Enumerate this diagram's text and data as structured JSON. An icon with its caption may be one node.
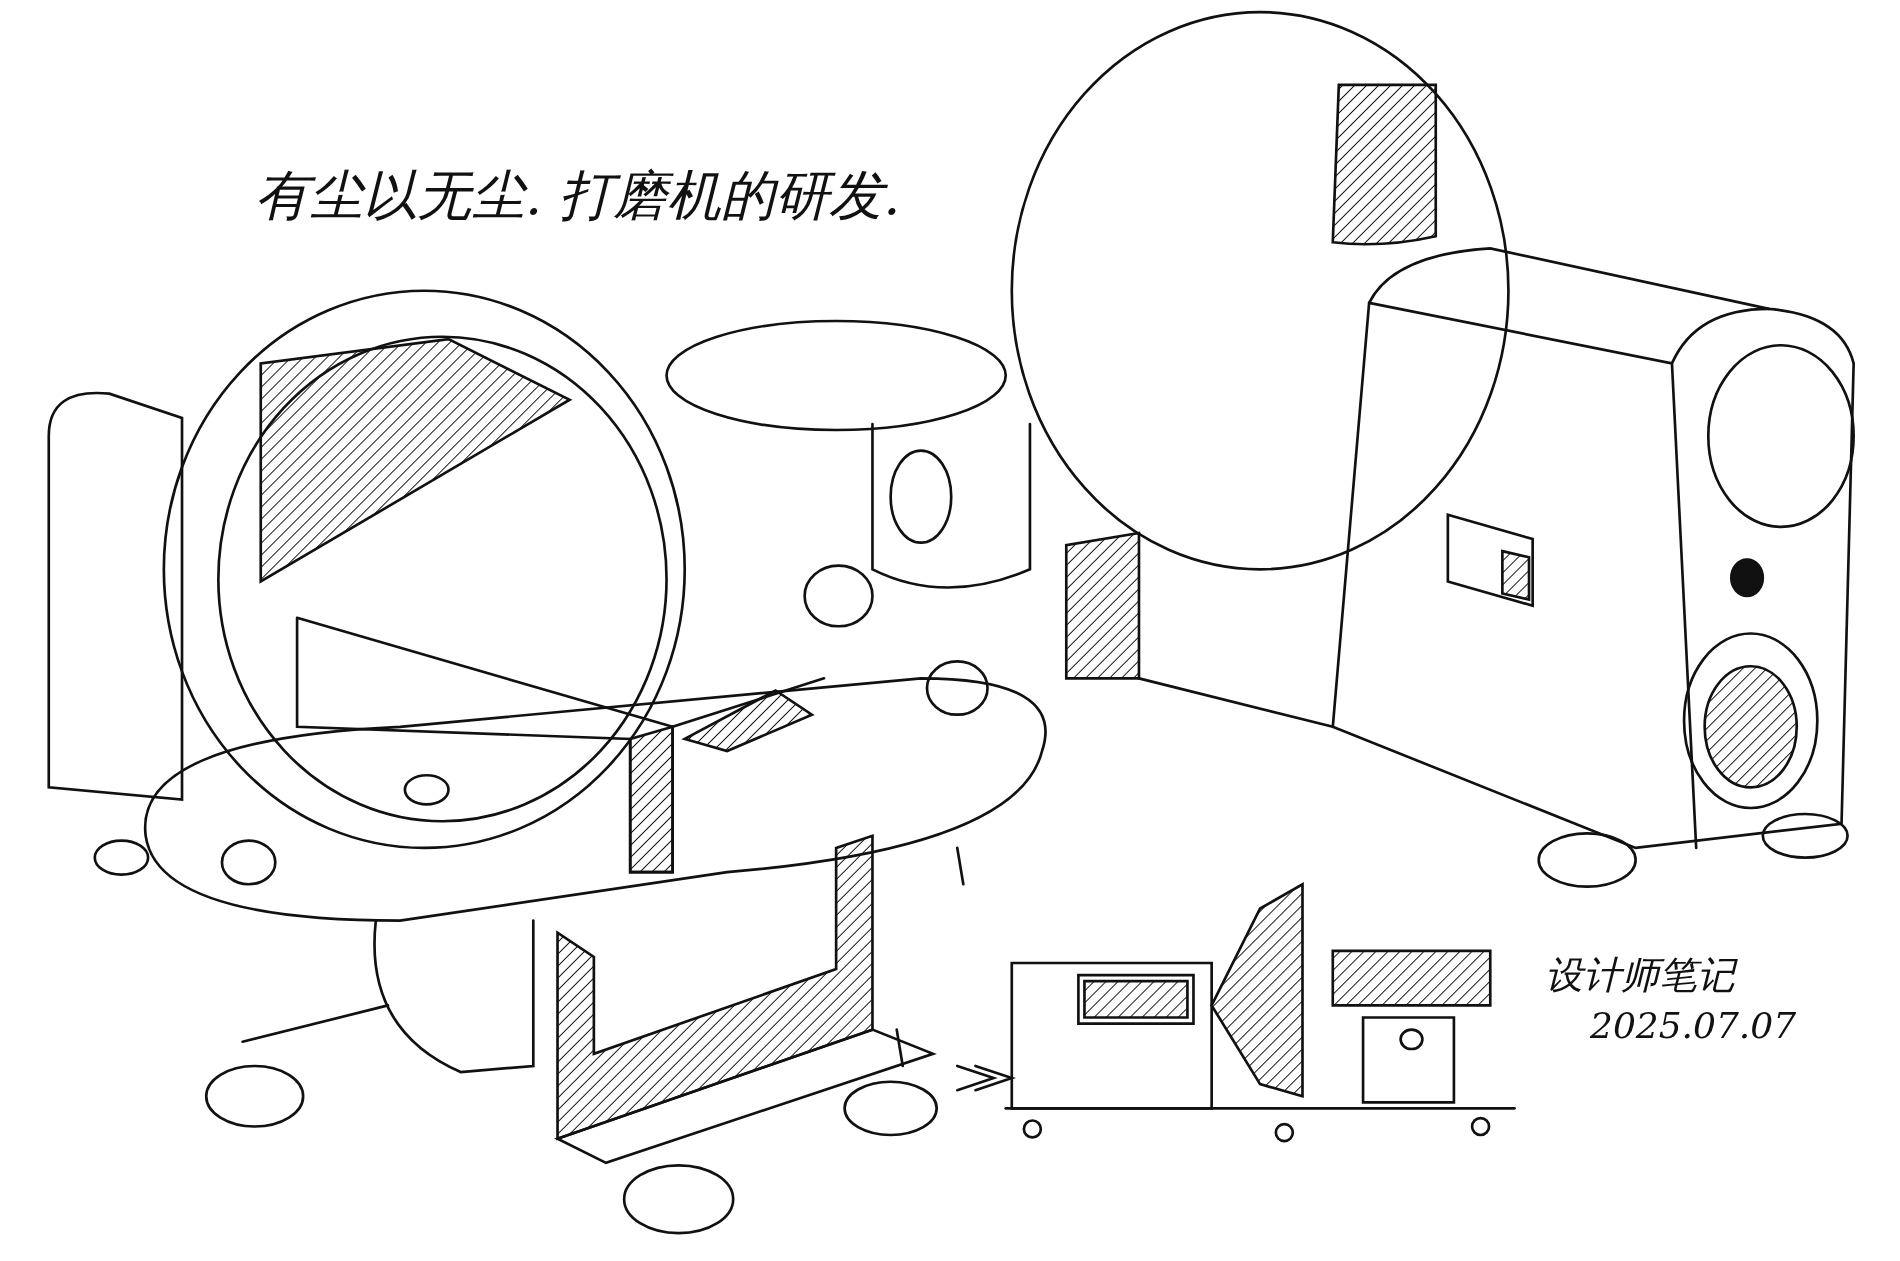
{
  "diagram": {
    "title": "有尘以无尘. 打磨机的研发.",
    "labels": [
      "设计师笔记",
      "2025.07.07"
    ]
  }
}
